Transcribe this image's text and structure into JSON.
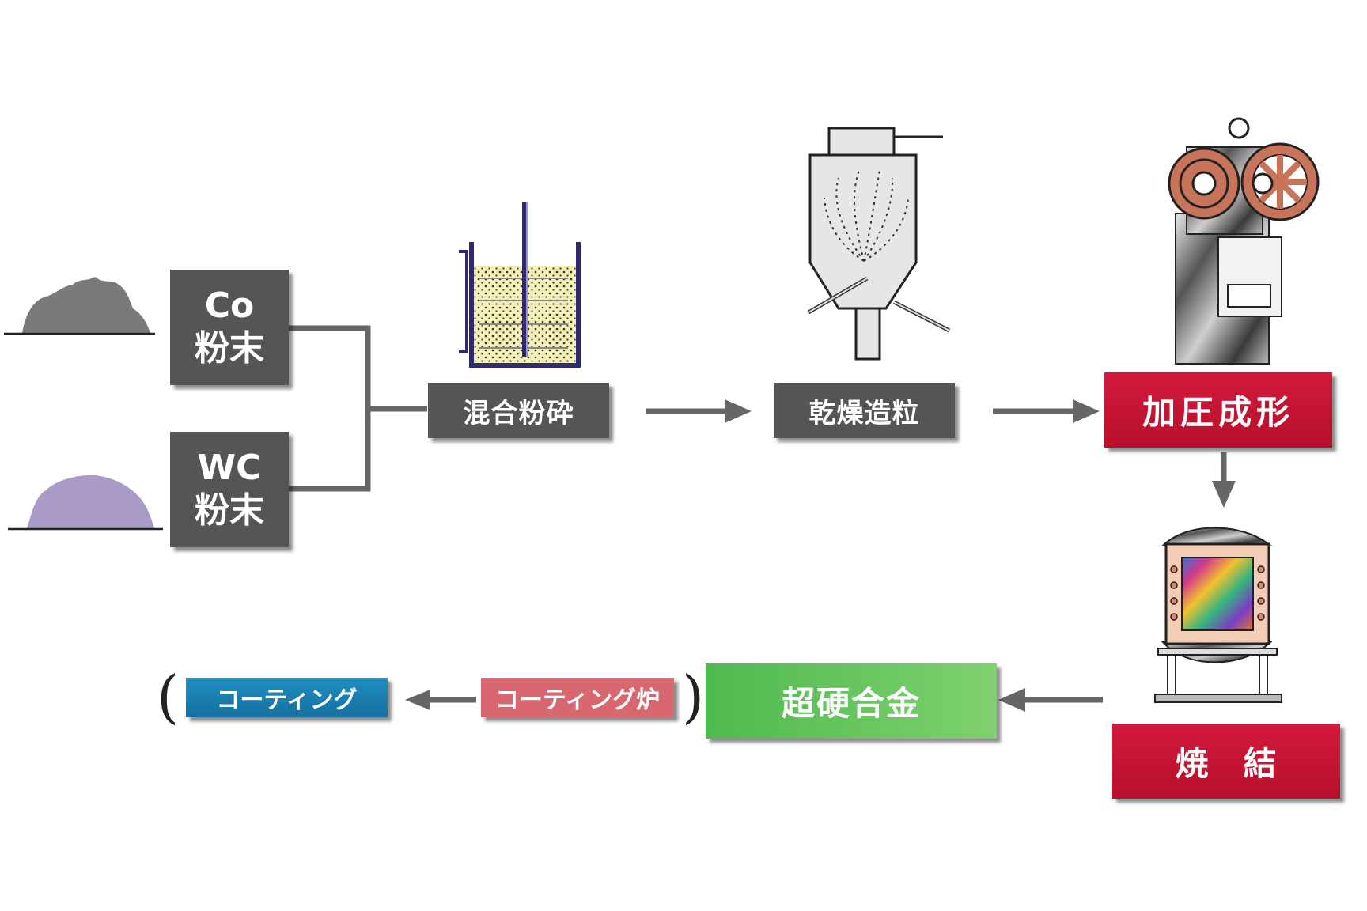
{
  "inputs": {
    "co_line1": "Co",
    "co_line2": "粉末",
    "wc_line1": "WC",
    "wc_line2": "粉末"
  },
  "steps": {
    "mixing": "混合粉砕",
    "drying": "乾燥造粒",
    "pressing": "加圧成形",
    "sintering": "焼　結",
    "cemented_carbide": "超硬合金",
    "coating_furnace": "コーティング炉",
    "coating": "コーティング"
  },
  "brackets": {
    "open": "(",
    "close": ")"
  },
  "colors": {
    "gray_box": "#555555",
    "red_box": "#c4142f",
    "green_box": "#5cc05a",
    "blue_box": "#1a80b3",
    "pink_box": "#d9676f",
    "arrow": "#666666",
    "co_powder": "#7a7a7a",
    "wc_powder": "#a99ac7",
    "slurry": "#f4efb4"
  }
}
